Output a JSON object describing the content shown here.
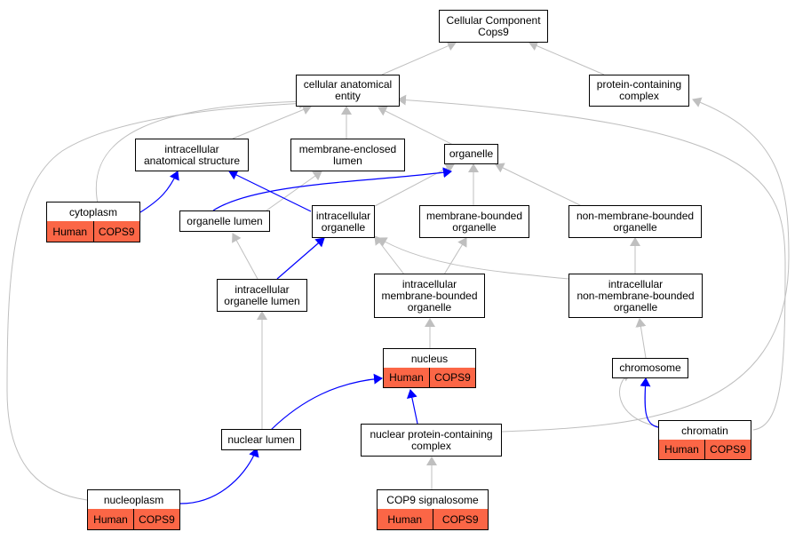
{
  "colors": {
    "highlight": "#fb6646",
    "gray_edge": "#bfbfbf",
    "blue_edge": "#0000ff"
  },
  "nodes": {
    "root": "Cellular Component\nCops9",
    "cae": "cellular anatomical\nentity",
    "pcc": "protein-containing\ncomplex",
    "ias": "intracellular\nanatomical structure",
    "mel": "membrane-enclosed\nlumen",
    "org": "organelle",
    "orglumen": "organelle lumen",
    "intorg": "intracellular\norganelle",
    "mbo": "membrane-bounded\norganelle",
    "nmbo": "non-membrane-bounded\norganelle",
    "iol": "intracellular\norganelle lumen",
    "imbo": "intracellular\nmembrane-bounded\norganelle",
    "inmbo": "intracellular\nnon-membrane-bounded\norganelle",
    "chromosome": "chromosome",
    "nuclearlumen": "nuclear lumen",
    "npcc": "nuclear protein-containing\ncomplex"
  },
  "annotated": {
    "cytoplasm": {
      "title": "cytoplasm",
      "species": "Human",
      "gene": "COPS9"
    },
    "nucleus": {
      "title": "nucleus",
      "species": "Human",
      "gene": "COPS9"
    },
    "chromatin": {
      "title": "chromatin",
      "species": "Human",
      "gene": "COPS9"
    },
    "nucleoplasm": {
      "title": "nucleoplasm",
      "species": "Human",
      "gene": "COPS9"
    },
    "cop9": {
      "title": "COP9 signalosome",
      "species": "Human",
      "gene": "COPS9"
    }
  }
}
